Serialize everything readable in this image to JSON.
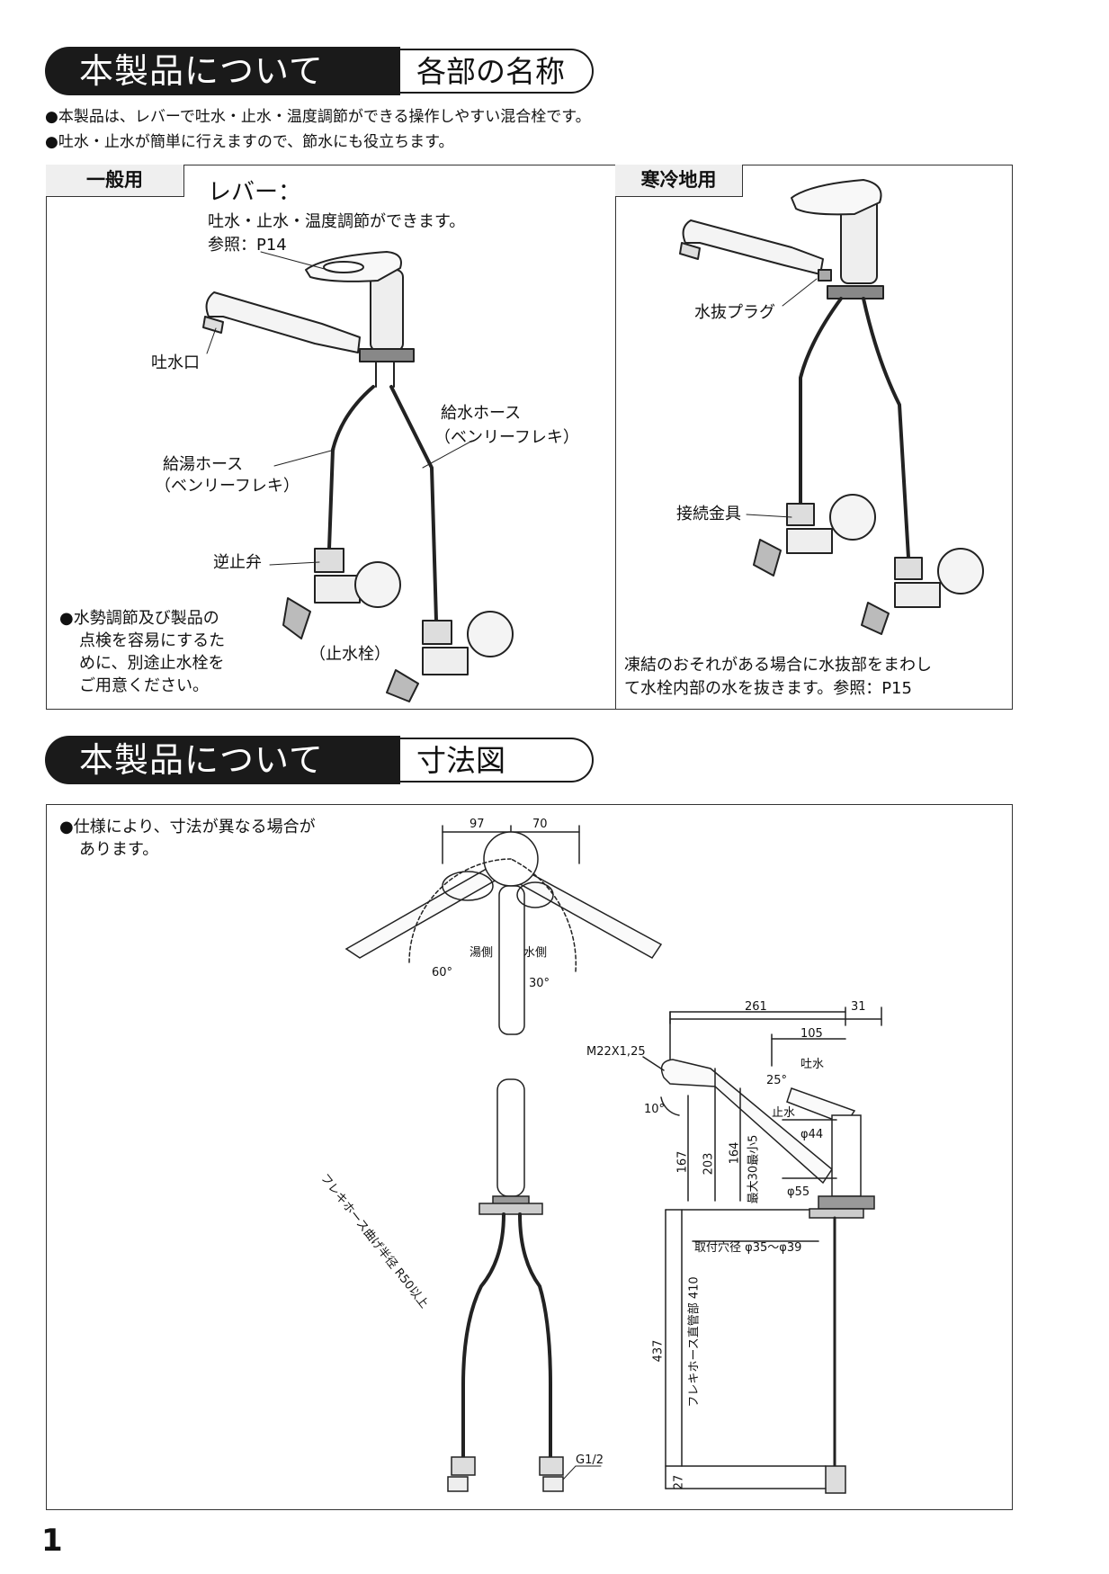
{
  "section1": {
    "title": "本製品について",
    "subtitle": "各部の名称",
    "bullets": [
      "●本製品は、レバーで吐水・止水・温度調節ができる操作しやすい混合栓です。",
      "●吐水・止水が簡単に行えますので、節水にも役立ちます。"
    ],
    "general": {
      "tab": "一般用",
      "lever_title": "レバー：",
      "lever_desc": "吐水・止水・温度調節ができます。",
      "lever_ref": "参照：P14",
      "spout": "吐水口",
      "supply_hose": "給水ホース",
      "supply_hose_sub": "（ベンリーフレキ）",
      "hot_hose": "給湯ホース",
      "hot_hose_sub": "（ベンリーフレキ）",
      "check_valve": "逆止弁",
      "stop_valve": "（止水栓）",
      "note": [
        "●水勢調節及び製品の",
        "点検を容易にするた",
        "めに、別途止水栓を",
        "ご用意ください。"
      ]
    },
    "cold": {
      "tab": "寒冷地用",
      "drain_plug": "水抜プラグ",
      "fitting": "接続金具",
      "note": [
        "凍結のおそれがある場合に水抜部をまわし",
        "て水栓内部の水を抜きます。参照：P15"
      ]
    }
  },
  "section2": {
    "title": "本製品について",
    "subtitle": "寸法図",
    "note": [
      "●仕様により、寸法が異なる場合が",
      "あります。"
    ],
    "top_view": {
      "dim_left": "97",
      "dim_right": "70",
      "hot_side": "湯側",
      "cold_side": "水側",
      "angle_hot": "60°",
      "angle_cold": "30°"
    },
    "front_view": {
      "bend_radius": "フレキホース曲げ半径 R50以上",
      "thread": "G1/2"
    },
    "side_view": {
      "d261": "261",
      "d31": "31",
      "d105": "105",
      "thread": "M22X1,25",
      "spout_on": "吐水",
      "spout_off": "止水",
      "angle25": "25°",
      "angle10": "10°",
      "d167": "167",
      "d203": "203",
      "d164": "164",
      "max_min": "最大30最小5",
      "phi44": "φ44",
      "phi55": "φ55",
      "hole": "取付穴径 φ35～φ39",
      "d437": "437",
      "hose_len": "フレキホース直管部 410",
      "d27": "27"
    }
  },
  "page_number": "1"
}
